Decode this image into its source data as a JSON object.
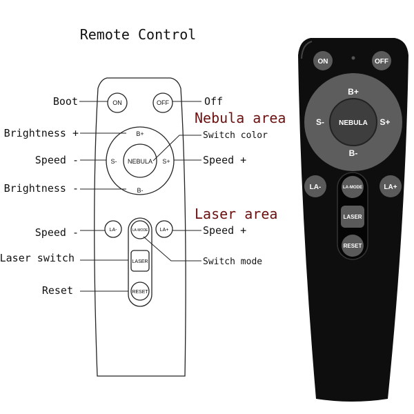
{
  "title": "Remote Control",
  "sections": {
    "nebula": "Nebula area",
    "laser": "Laser area"
  },
  "labels": {
    "boot": "Boot",
    "off": "Off",
    "brightness_up": "Brightness +",
    "brightness_down": "Brightness -",
    "speed_down": "Speed -",
    "speed_up": "Speed +",
    "switch_color": "Switch color",
    "laser_speed_down": "Speed -",
    "laser_speed_up": "Speed +",
    "laser_switch": "Laser switch",
    "switch_mode": "Switch mode",
    "reset": "Reset"
  },
  "buttons": {
    "on": "ON",
    "off": "OFF",
    "b_plus": "B+",
    "b_minus": "B-",
    "s_minus": "S-",
    "s_plus": "S+",
    "nebula": "NEBULA",
    "la_minus": "LA-",
    "la_plus": "LA+",
    "la_mode": "LA-MODE",
    "laser": "LASER",
    "reset": "RESET"
  },
  "colors": {
    "section_heading": "#6b1010",
    "remote_body": "#111111",
    "button_gray": "#5a5a5a"
  }
}
